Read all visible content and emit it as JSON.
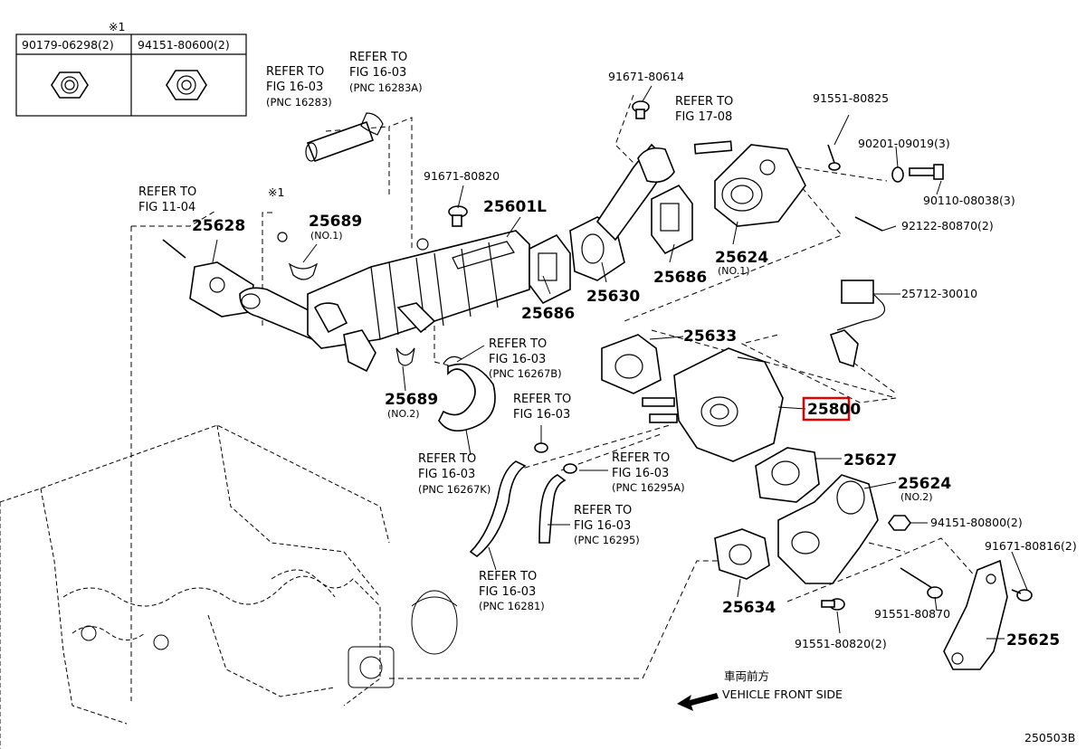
{
  "table": {
    "note_mark": "※1",
    "col1": "90179-06298(2)",
    "col2": "94151-80600(2)"
  },
  "note_mark_small": "※1",
  "refs": {
    "r16283_a": "REFER TO",
    "r16283_b": "FIG 16-03",
    "r16283_c": "(PNC 16283)",
    "r16283a_a": "REFER TO",
    "r16283a_b": "FIG 16-03",
    "r16283a_c": "(PNC 16283A)",
    "r1104_a": "REFER TO",
    "r1104_b": "FIG 11-04",
    "r1708_a": "REFER TO",
    "r1708_b": "FIG 17-08",
    "r16267b_a": "REFER TO",
    "r16267b_b": "FIG 16-03",
    "r16267b_c": "(PNC 16267B)",
    "r16267k_a": "REFER TO",
    "r16267k_b": "FIG 16-03",
    "r16267k_c": "(PNC 16267K)",
    "r1603mid_a": "REFER TO",
    "r1603mid_b": "FIG 16-03",
    "r16295a_a": "REFER TO",
    "r16295a_b": "FIG 16-03",
    "r16295a_c": "(PNC 16295A)",
    "r16295_a": "REFER TO",
    "r16295_b": "FIG 16-03",
    "r16295_c": "(PNC 16295)",
    "r16281_a": "REFER TO",
    "r16281_b": "FIG 16-03",
    "r16281_c": "(PNC 16281)"
  },
  "parts": {
    "p91671_80614": "91671-80614",
    "p91551_80825": "91551-80825",
    "p90201_09019": "90201-09019(3)",
    "p90110_08038": "90110-08038(3)",
    "p92122_80870": "92122-80870(2)",
    "p91671_80820": "91671-80820",
    "p25601L": "25601L",
    "p25628": "25628",
    "p25689_1": "25689",
    "p25689_1_sub": "(NO.1)",
    "p25624_1": "25624",
    "p25624_1_sub": "(NO.1)",
    "p25686_a": "25686",
    "p25686_b": "25686",
    "p25630": "25630",
    "p25712": "25712-30010",
    "p25633": "25633",
    "p25800": "25800",
    "p25689_2": "25689",
    "p25689_2_sub": "(NO.2)",
    "p25627": "25627",
    "p25624_2": "25624",
    "p25624_2_sub": "(NO.2)",
    "p94151_80800": "94151-80800(2)",
    "p91671_80816": "91671-80816(2)",
    "p25634": "25634",
    "p91551_80870": "91551-80870",
    "p91551_80820": "91551-80820(2)",
    "p25625": "25625"
  },
  "direction": {
    "jp": "車両前方",
    "en": "VEHICLE FRONT SIDE"
  },
  "figure_id": "250503B",
  "highlight_color": "#e00000"
}
